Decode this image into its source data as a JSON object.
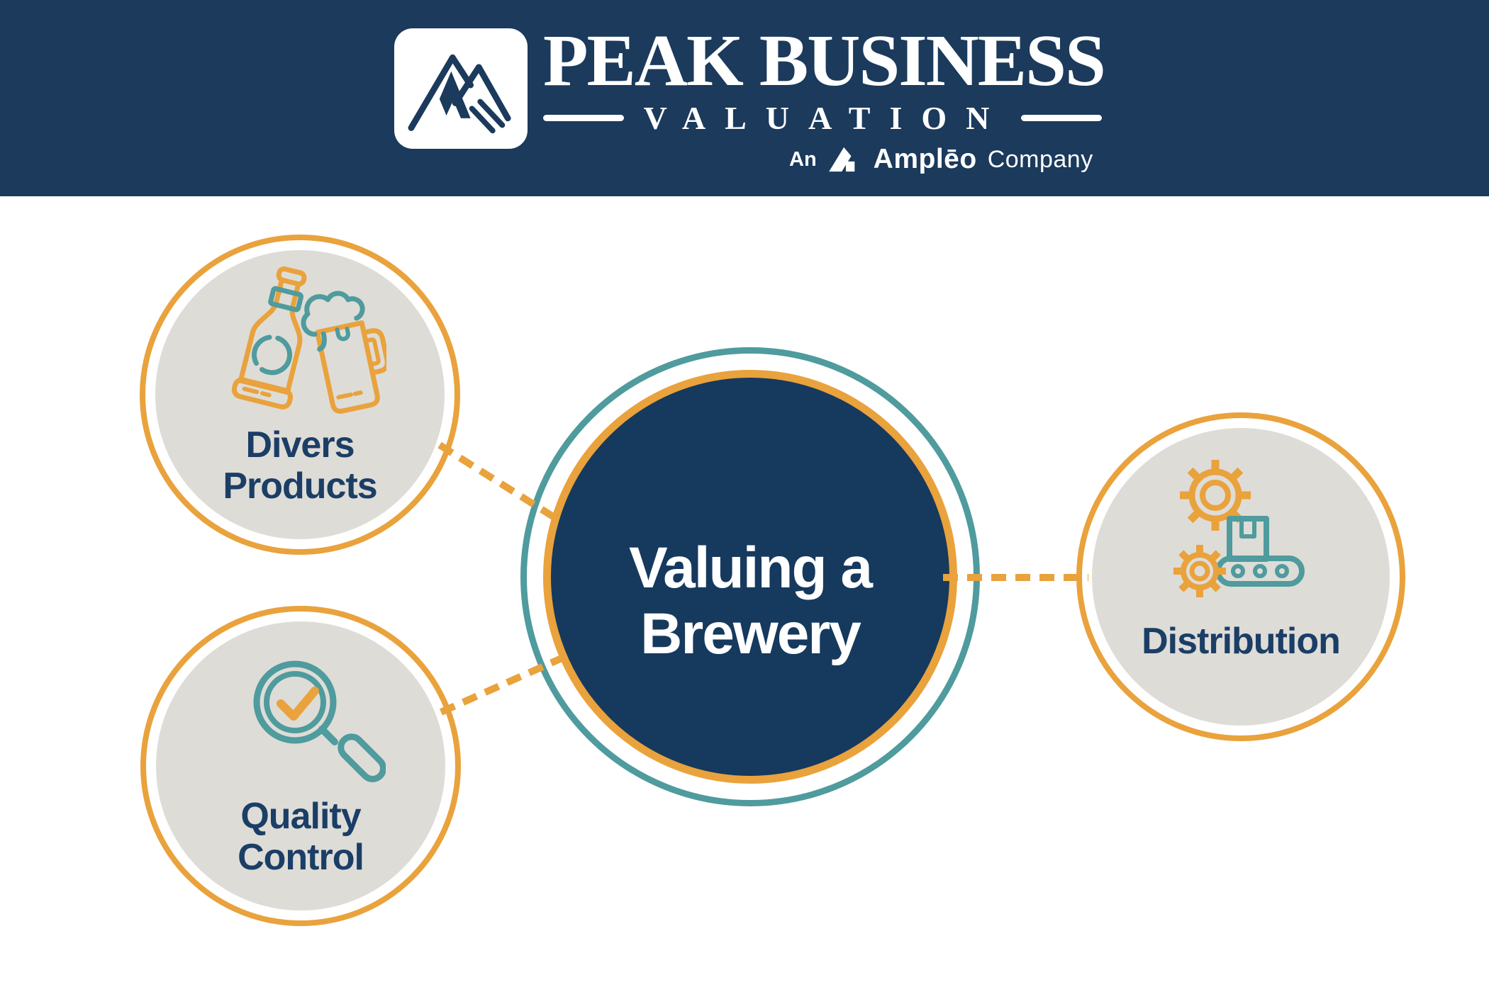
{
  "colors": {
    "header_navy": "#1b3a5c",
    "circle_navy": "#16395e",
    "orange": "#e9a23c",
    "teal": "#4f9b9d",
    "circle_gray": "#dedcd7",
    "label_navy": "#1b3e66",
    "white": "#ffffff"
  },
  "header": {
    "brand_name": "PEAK BUSINESS",
    "brand_subtitle": "VALUATION",
    "tagline_prefix": "An",
    "tagline_brand": "Amplēo",
    "tagline_suffix": "Company"
  },
  "diagram": {
    "center_node": {
      "line1": "Valuing a",
      "line2": "Brewery"
    },
    "satellite_nodes": [
      {
        "id": "divers-products",
        "line1": "Divers",
        "line2": "Products",
        "icon": "beer-bottle-and-mug-icon"
      },
      {
        "id": "quality-control",
        "line1": "Quality",
        "line2": "Control",
        "icon": "magnifying-glass-check-icon"
      },
      {
        "id": "distribution",
        "line1": "Distribution",
        "line2": "",
        "icon": "gears-conveyor-belt-icon"
      }
    ]
  }
}
